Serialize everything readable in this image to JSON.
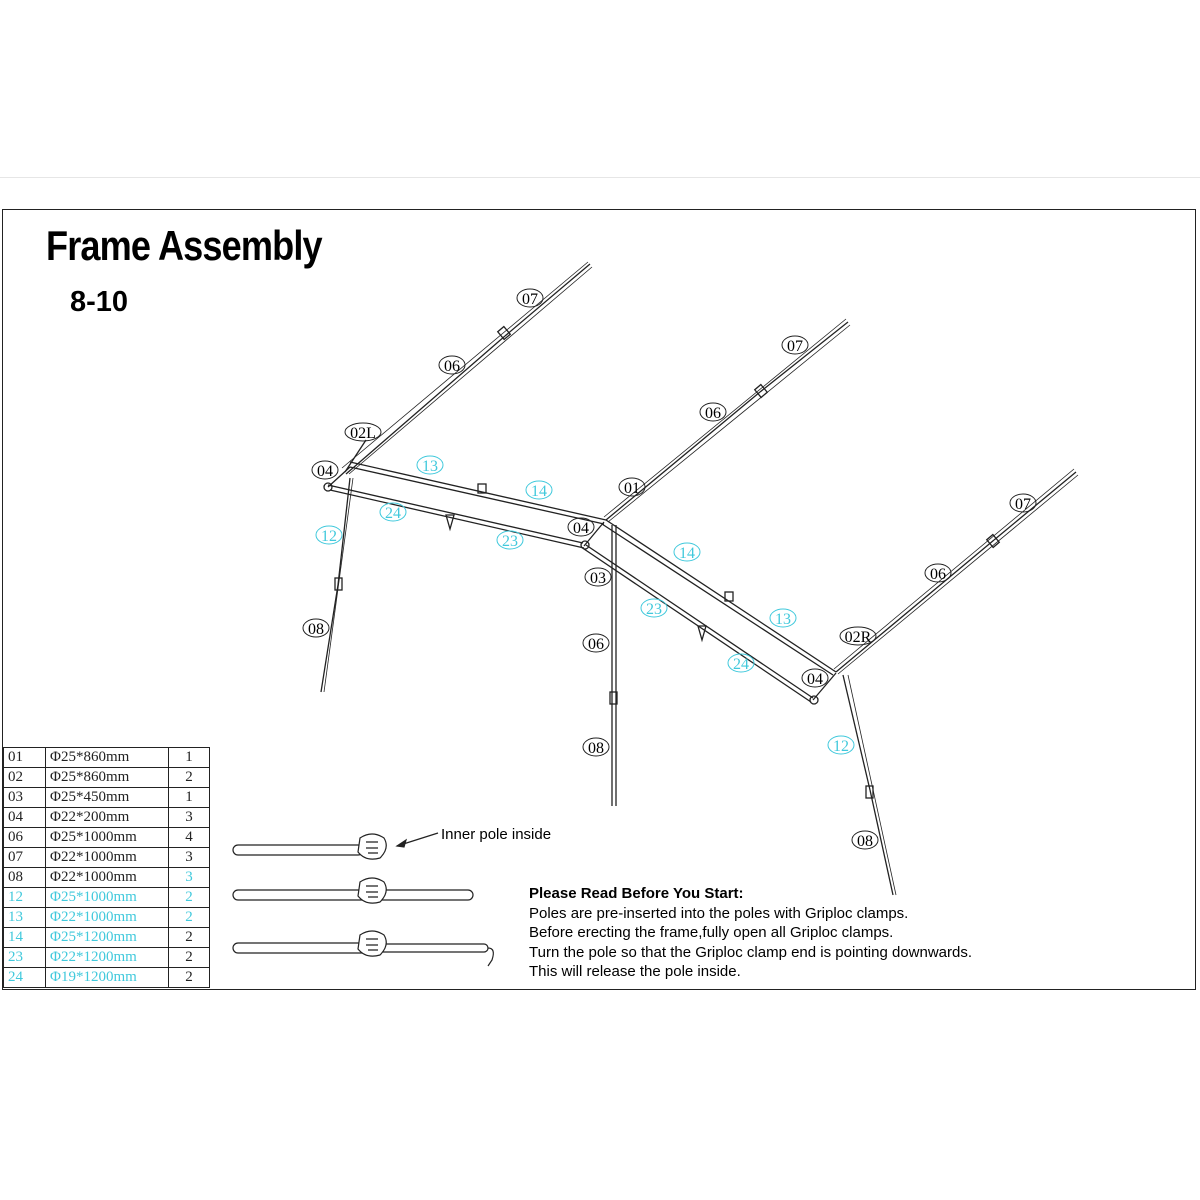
{
  "title": "Frame Assembly",
  "subtitle": "8-10",
  "colors": {
    "line": "#222222",
    "accent": "#41c9dc"
  },
  "callouts": {
    "l07a": "07",
    "l06a": "06",
    "l02L": "02L",
    "l04a": "04",
    "l13a": "13",
    "l14a": "14",
    "l24a": "24",
    "l12a": "12",
    "l23a": "23",
    "l08a": "08",
    "l07b": "07",
    "l06b": "06",
    "l01": "01",
    "l04b": "04",
    "l03": "03",
    "l06c": "06",
    "l08b": "08",
    "l14b": "14",
    "l23b": "23",
    "l13b": "13",
    "l24b": "24",
    "l07c": "07",
    "l06d": "06",
    "l02R": "02R",
    "l04c": "04",
    "l12b": "12",
    "l08c": "08"
  },
  "parts": [
    {
      "no": "01",
      "spec": "Φ25*860mm",
      "qty": "1",
      "highlight": false,
      "qty_highlight": false
    },
    {
      "no": "02",
      "spec": "Φ25*860mm",
      "qty": "2",
      "highlight": false,
      "qty_highlight": false
    },
    {
      "no": "03",
      "spec": "Φ25*450mm",
      "qty": "1",
      "highlight": false,
      "qty_highlight": false
    },
    {
      "no": "04",
      "spec": "Φ22*200mm",
      "qty": "3",
      "highlight": false,
      "qty_highlight": false
    },
    {
      "no": "06",
      "spec": "Φ25*1000mm",
      "qty": "4",
      "highlight": false,
      "qty_highlight": false
    },
    {
      "no": "07",
      "spec": "Φ22*1000mm",
      "qty": "3",
      "highlight": false,
      "qty_highlight": false
    },
    {
      "no": "08",
      "spec": "Φ22*1000mm",
      "qty": "3",
      "highlight": false,
      "qty_highlight": true
    },
    {
      "no": "12",
      "spec": "Φ25*1000mm",
      "qty": "2",
      "highlight": true,
      "qty_highlight": true
    },
    {
      "no": "13",
      "spec": "Φ22*1000mm",
      "qty": "2",
      "highlight": true,
      "qty_highlight": true
    },
    {
      "no": "14",
      "spec": "Φ25*1200mm",
      "qty": "2",
      "highlight": true,
      "qty_highlight": false
    },
    {
      "no": "23",
      "spec": "Φ22*1200mm",
      "qty": "2",
      "highlight": true,
      "qty_highlight": false
    },
    {
      "no": "24",
      "spec": "Φ19*1200mm",
      "qty": "2",
      "highlight": true,
      "qty_highlight": false
    }
  ],
  "inner_pole_label": "Inner pole inside",
  "notes": {
    "heading": "Please Read Before You Start:",
    "lines": [
      "Poles are pre-inserted into the poles with Griploc clamps.",
      "Before erecting the frame,fully open all Griploc clamps.",
      "Turn the pole so that the Griploc clamp end is pointing downwards.",
      "This will release the pole inside."
    ]
  }
}
